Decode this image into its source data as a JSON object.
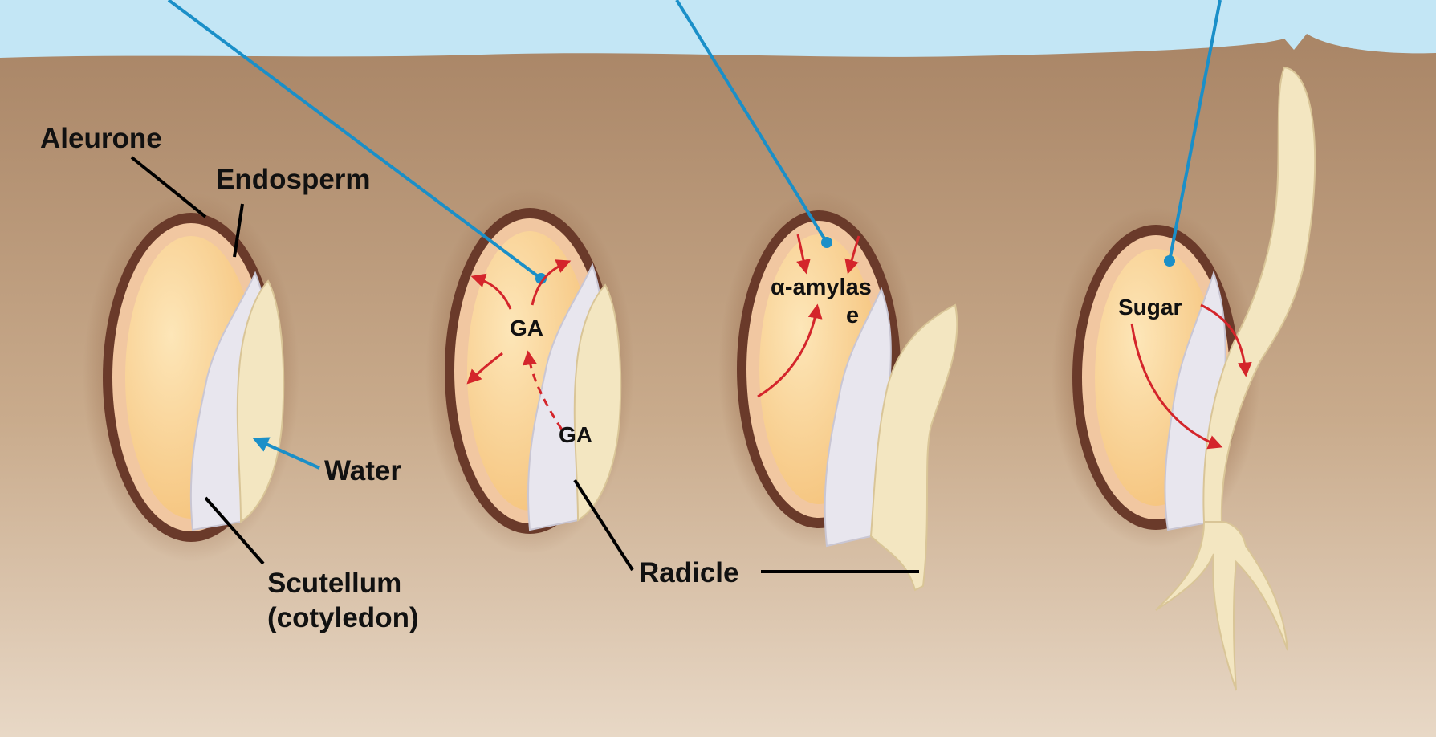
{
  "labels": {
    "aleurone": "Aleurone",
    "endosperm": "Endosperm",
    "water": "Water",
    "scutellum_line1": "Scutellum",
    "scutellum_line2": "(cotyledon)",
    "ga_top": "GA",
    "ga_embryo": "GA",
    "radicle": "Radicle",
    "amylase_line1": "α-amylas",
    "amylase_line2": "e",
    "sugar": "Sugar"
  },
  "colors": {
    "sky": "#c3e6f5",
    "soil": "#b08d6c",
    "seed_coat": "#6a3a2a",
    "aleurone_cell": "#f1c7a1",
    "endosperm": "#f8cf8c",
    "scutellum": "#e8e6ee",
    "embryo": "#f3e6c1",
    "pointer": "#1a8fc8",
    "arrow_red": "#d4252b",
    "leader": "#000000"
  }
}
